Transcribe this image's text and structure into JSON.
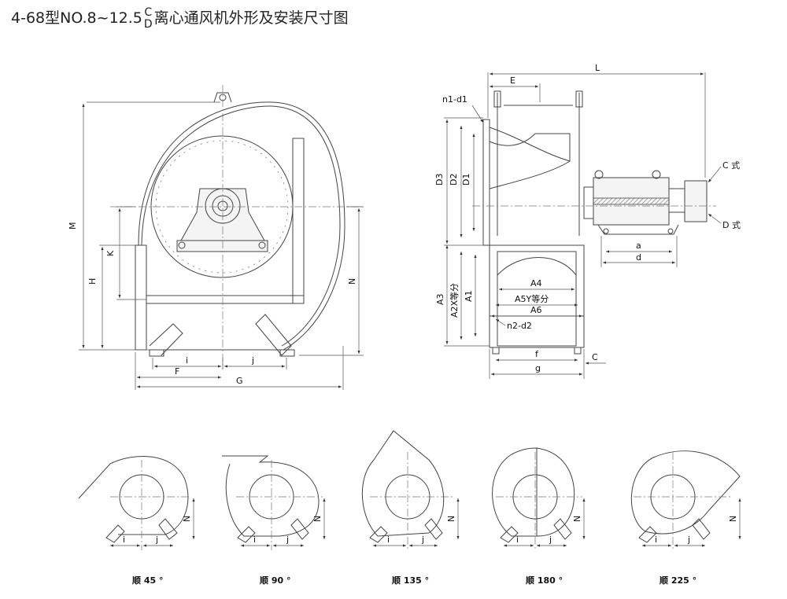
{
  "title": {
    "main": "4-68型NO.8~12.5",
    "frac_top": "C",
    "frac_bottom": "D",
    "suffix": "离心通风机外形及安装尺寸图"
  },
  "front_view": {
    "dims": {
      "M": "M",
      "K": "K",
      "H": "H",
      "N": "N",
      "i": "i",
      "j": "j",
      "F": "F",
      "G": "G"
    }
  },
  "side_view": {
    "dims": {
      "L": "L",
      "E": "E",
      "n1d1": "n1-d1",
      "D3": "D3",
      "D2": "D2",
      "D1": "D1",
      "A3": "A3",
      "A2": "A2X等分",
      "A1": "A1",
      "A4": "A4",
      "A5": "A5Y等分",
      "A6": "A6",
      "n2d2": "n2-d2",
      "f": "f",
      "g": "g",
      "C": "C",
      "a": "a",
      "d": "d",
      "c_style": "C 式",
      "d_style": "D 式"
    }
  },
  "rotations": [
    {
      "label": "顺 45 °",
      "N": "N",
      "i": "i",
      "j": "j"
    },
    {
      "label": "顺 90 °",
      "N": "N",
      "i": "i",
      "j": "j"
    },
    {
      "label": "顺 135 °",
      "N": "N",
      "i": "i",
      "j": "j"
    },
    {
      "label": "顺 180 °",
      "N": "N",
      "i": "i",
      "j": "j"
    },
    {
      "label": "顺 225 °",
      "N": "N",
      "i": "i",
      "j": "j"
    }
  ]
}
